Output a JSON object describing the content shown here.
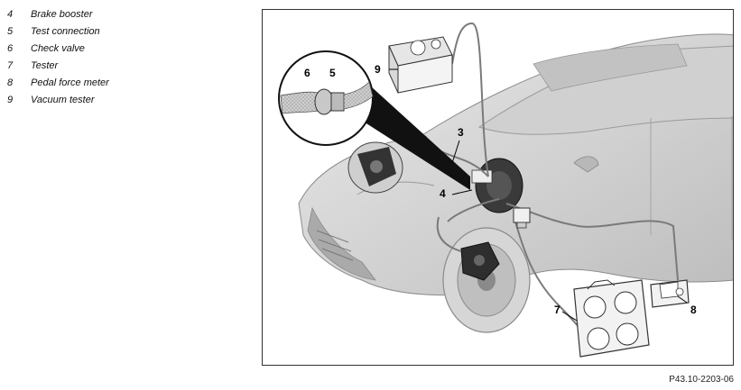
{
  "legend": [
    {
      "number": "4",
      "label": "Brake booster"
    },
    {
      "number": "5",
      "label": "Test connection"
    },
    {
      "number": "6",
      "label": "Check valve"
    },
    {
      "number": "7",
      "label": "Tester"
    },
    {
      "number": "8",
      "label": "Pedal force meter"
    },
    {
      "number": "9",
      "label": "Vacuum tester"
    }
  ],
  "figure": {
    "callouts": {
      "c3": "3",
      "c4": "4",
      "c5": "5",
      "c6": "6",
      "c7": "7",
      "c8": "8",
      "c9": "9"
    },
    "code": "P43.10-2203-06"
  }
}
